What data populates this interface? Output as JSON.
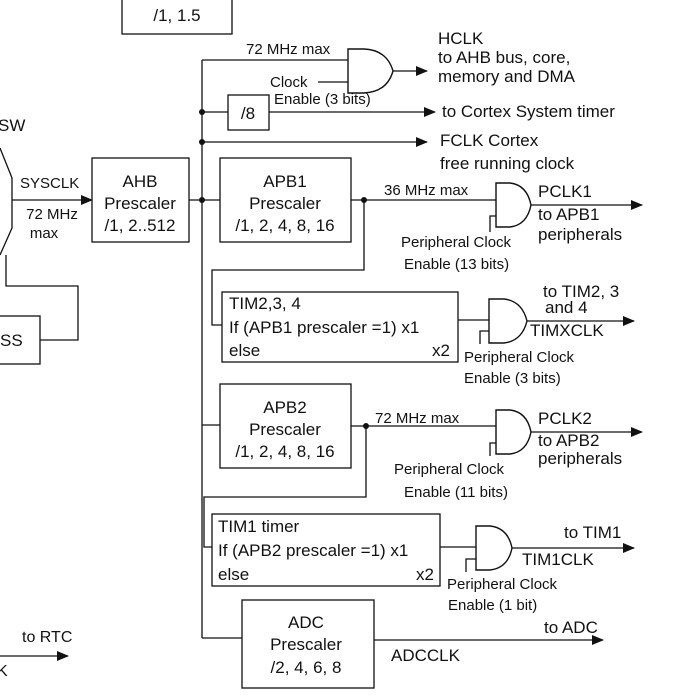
{
  "top_box": {
    "lines": [
      "/1, 1.5"
    ]
  },
  "left_fragments": {
    "sw": "SW",
    "ss": "SS",
    "to_rtc": "to RTC",
    "k": "K"
  },
  "sysclk": {
    "label": "SYSCLK",
    "max_lines": [
      "72 MHz",
      "max"
    ]
  },
  "ahb": {
    "lines": [
      "AHB",
      "Prescaler",
      "/1, 2..512"
    ]
  },
  "hclk": {
    "max": "72 MHz max",
    "enable_lines": [
      "Clock",
      "Enable (3 bits)"
    ],
    "out_lines": [
      "HCLK",
      "to AHB bus, core,",
      "memory and DMA"
    ]
  },
  "systick": {
    "divider": "/8",
    "out": "to Cortex System timer"
  },
  "fclk": {
    "lines": [
      "FCLK Cortex",
      "free running clock"
    ]
  },
  "apb1": {
    "lines": [
      "APB1",
      "Prescaler",
      "/1, 2, 4, 8, 16"
    ],
    "max": "36 MHz max",
    "enable_lines": [
      "Peripheral Clock",
      "Enable (13 bits)"
    ],
    "out_lines": [
      "PCLK1",
      "to APB1",
      "peripherals"
    ]
  },
  "tim234": {
    "lines": [
      "TIM2,3, 4",
      "If (APB1 prescaler =1) x1",
      "else"
    ],
    "x2": "x2",
    "enable_lines": [
      "Peripheral Clock",
      "Enable (3 bits)"
    ],
    "out_lines": [
      "to TIM2, 3",
      "and 4",
      "TIMXCLK"
    ]
  },
  "apb2": {
    "lines": [
      "APB2",
      "Prescaler",
      "/1, 2, 4, 8, 16"
    ],
    "max": "72 MHz max",
    "enable_lines": [
      "Peripheral Clock",
      "Enable (11 bits)"
    ],
    "out_lines": [
      "PCLK2",
      "to APB2",
      "peripherals"
    ]
  },
  "tim1": {
    "lines": [
      "TIM1 timer",
      "If (APB2 prescaler =1) x1",
      "else"
    ],
    "x2": "x2",
    "enable_lines": [
      "Peripheral Clock",
      "Enable (1 bit)"
    ],
    "out_lines": [
      "to TIM1",
      "TIM1CLK"
    ]
  },
  "adc": {
    "lines": [
      "ADC",
      "Prescaler",
      "/2, 4, 6, 8"
    ],
    "out_lines": [
      "to ADC",
      "ADCCLK"
    ]
  }
}
